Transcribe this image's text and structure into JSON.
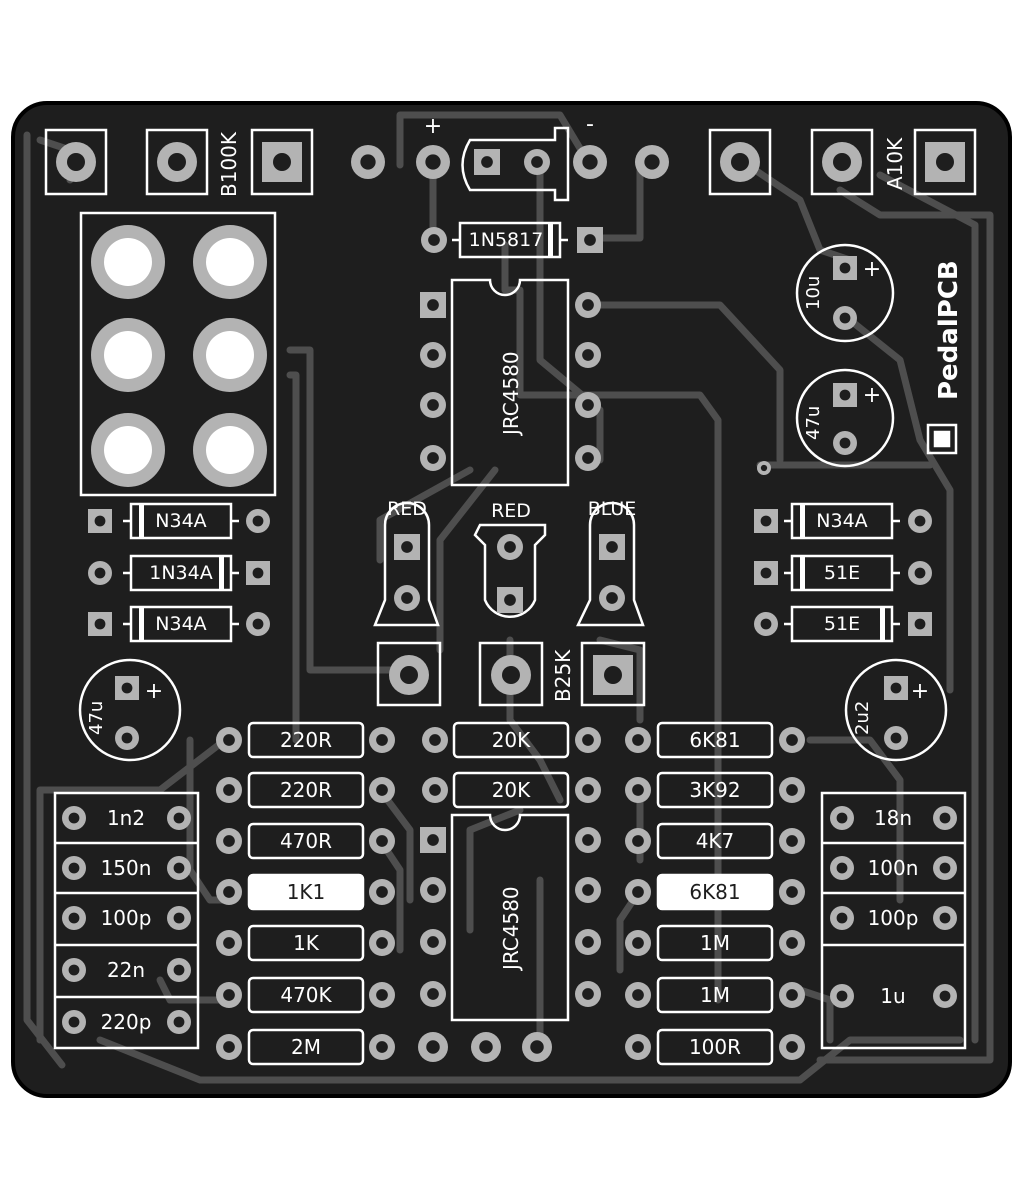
{
  "colors": {
    "board": "#1e1e1e",
    "copper": "#2b2b2b",
    "trace_edge": "#5a5a5a",
    "silk": "#ffffff",
    "pad": "#b3b3b3",
    "drill": "#1e1e1e",
    "board_edge": "#000000"
  },
  "brand": "PedalPCB",
  "power": {
    "plus": "+",
    "minus": "-"
  },
  "pots": {
    "top_left": "B100K",
    "top_right": "A10K",
    "middle": "B25K"
  },
  "ics": {
    "top": "JRC4580",
    "bottom": "JRC4580"
  },
  "power_diode": "1N5817",
  "leds": {
    "left": "RED",
    "middle": "RED",
    "right": "BLUE"
  },
  "diodes_left": [
    "N34A",
    "1N34A",
    "N34A"
  ],
  "diodes_right": [
    "N34A",
    "51E",
    "51E"
  ],
  "electrolytics": {
    "top_right_1": "10u",
    "top_right_2": "47u",
    "left": "47u",
    "right": "2u2",
    "polarity": "+"
  },
  "resistors_left": [
    "220R",
    "220R",
    "470R",
    "1K1",
    "1K",
    "470K",
    "2M"
  ],
  "resistors_mid": [
    "20K",
    "20K"
  ],
  "resistors_right": [
    "6K81",
    "3K92",
    "4K7",
    "6K81",
    "1M",
    "1M",
    "100R"
  ],
  "caps_left": [
    "1n2",
    "150n",
    "100p",
    "22n",
    "220p"
  ],
  "caps_right": [
    "18n",
    "100n",
    "100p",
    "1u"
  ]
}
